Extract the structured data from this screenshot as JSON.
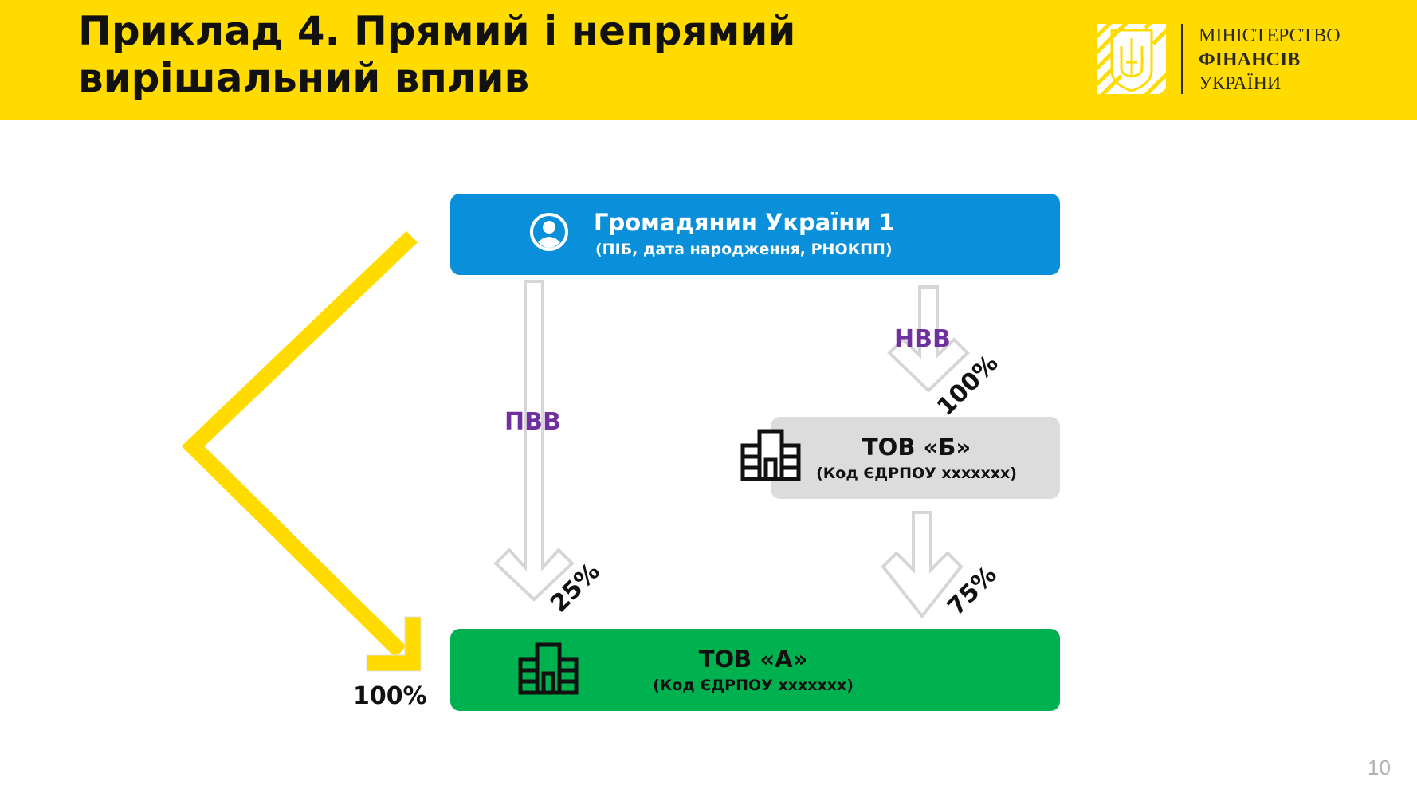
{
  "header": {
    "title": "Приклад 4. Прямий і непрямий\nвирішальний вплив",
    "ministry": {
      "line1": "МІНІСТЕРСТВО",
      "line2": "ФІНАНСІВ",
      "line3": "УКРАЇНИ"
    },
    "colors": {
      "band": "#FFDB00"
    }
  },
  "diagram": {
    "citizen": {
      "name": "Громадянин України 1",
      "details": "(ПІБ, дата народження, РНОКПП)",
      "icon": "user-icon",
      "color": "#0A8FDA"
    },
    "company_b": {
      "name": "ТОВ «Б»",
      "details": "(Код ЄДРПОУ ххххххх)",
      "icon": "building-icon",
      "color": "#DCDCDC"
    },
    "company_a": {
      "name": "ТОВ «А»",
      "details": "(Код ЄДРПОУ ххххххх)",
      "icon": "building-icon",
      "color": "#00B150"
    },
    "direct_label": "ПВВ",
    "indirect_label": "НВВ",
    "shares": {
      "citizen_to_a_overall": "100%",
      "citizen_to_a_direct": "25%",
      "citizen_to_b": "100%",
      "b_to_a": "75%"
    },
    "label_color": "#7030A0"
  },
  "page_number": "10"
}
